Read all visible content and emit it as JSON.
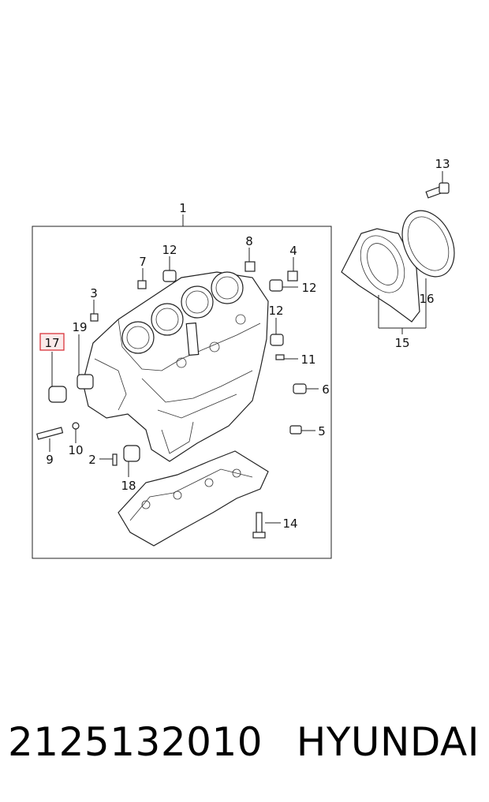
{
  "callouts": {
    "c1": "1",
    "c2": "2",
    "c3": "3",
    "c4": "4",
    "c5": "5",
    "c6": "6",
    "c7": "7",
    "c8": "8",
    "c9": "9",
    "c10": "10",
    "c11": "11",
    "c12a": "12",
    "c12b": "12",
    "c12c": "12",
    "c13": "13",
    "c14": "14",
    "c15": "15",
    "c16": "16",
    "c17": "17",
    "c18": "18",
    "c19": "19"
  },
  "highlight": {
    "callout": "17",
    "color": "#d9343b"
  },
  "caption": {
    "part_number": "2125132010",
    "brand": "HYUNDAI"
  }
}
